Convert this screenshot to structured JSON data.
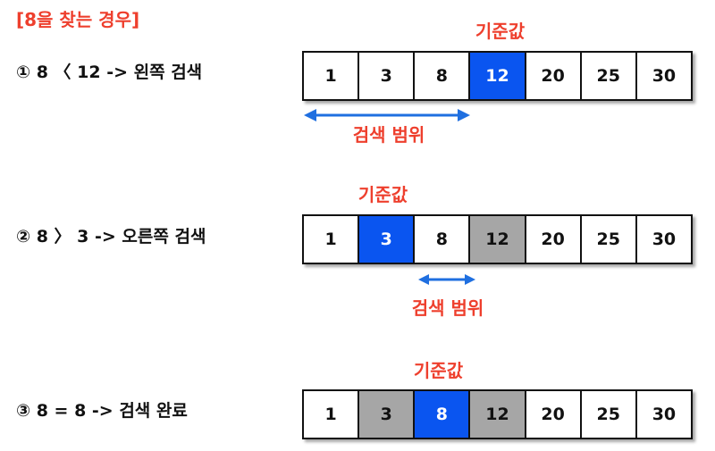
{
  "title": "[8을 찾는 경우]",
  "colors": {
    "accent_red": "#ee3f2d",
    "pivot_blue": "#0a55f0",
    "excluded_gray": "#a6a6a6",
    "arrow_blue": "#1f6fe0"
  },
  "steps": [
    {
      "label": "① 8 〈 12 -> 왼쪽 검색",
      "pivot_label": "기준값",
      "cells": [
        "1",
        "3",
        "8",
        "12",
        "20",
        "25",
        "30"
      ],
      "range_label": "검색 범위"
    },
    {
      "label": "② 8 〉 3 -> 오른쪽 검색",
      "pivot_label": "기준값",
      "cells": [
        "1",
        "3",
        "8",
        "12",
        "20",
        "25",
        "30"
      ],
      "range_label": "검색 범위"
    },
    {
      "label": "③ 8 = 8 -> 검색 완료",
      "pivot_label": "기준값",
      "cells": [
        "1",
        "3",
        "8",
        "12",
        "20",
        "25",
        "30"
      ]
    }
  ]
}
